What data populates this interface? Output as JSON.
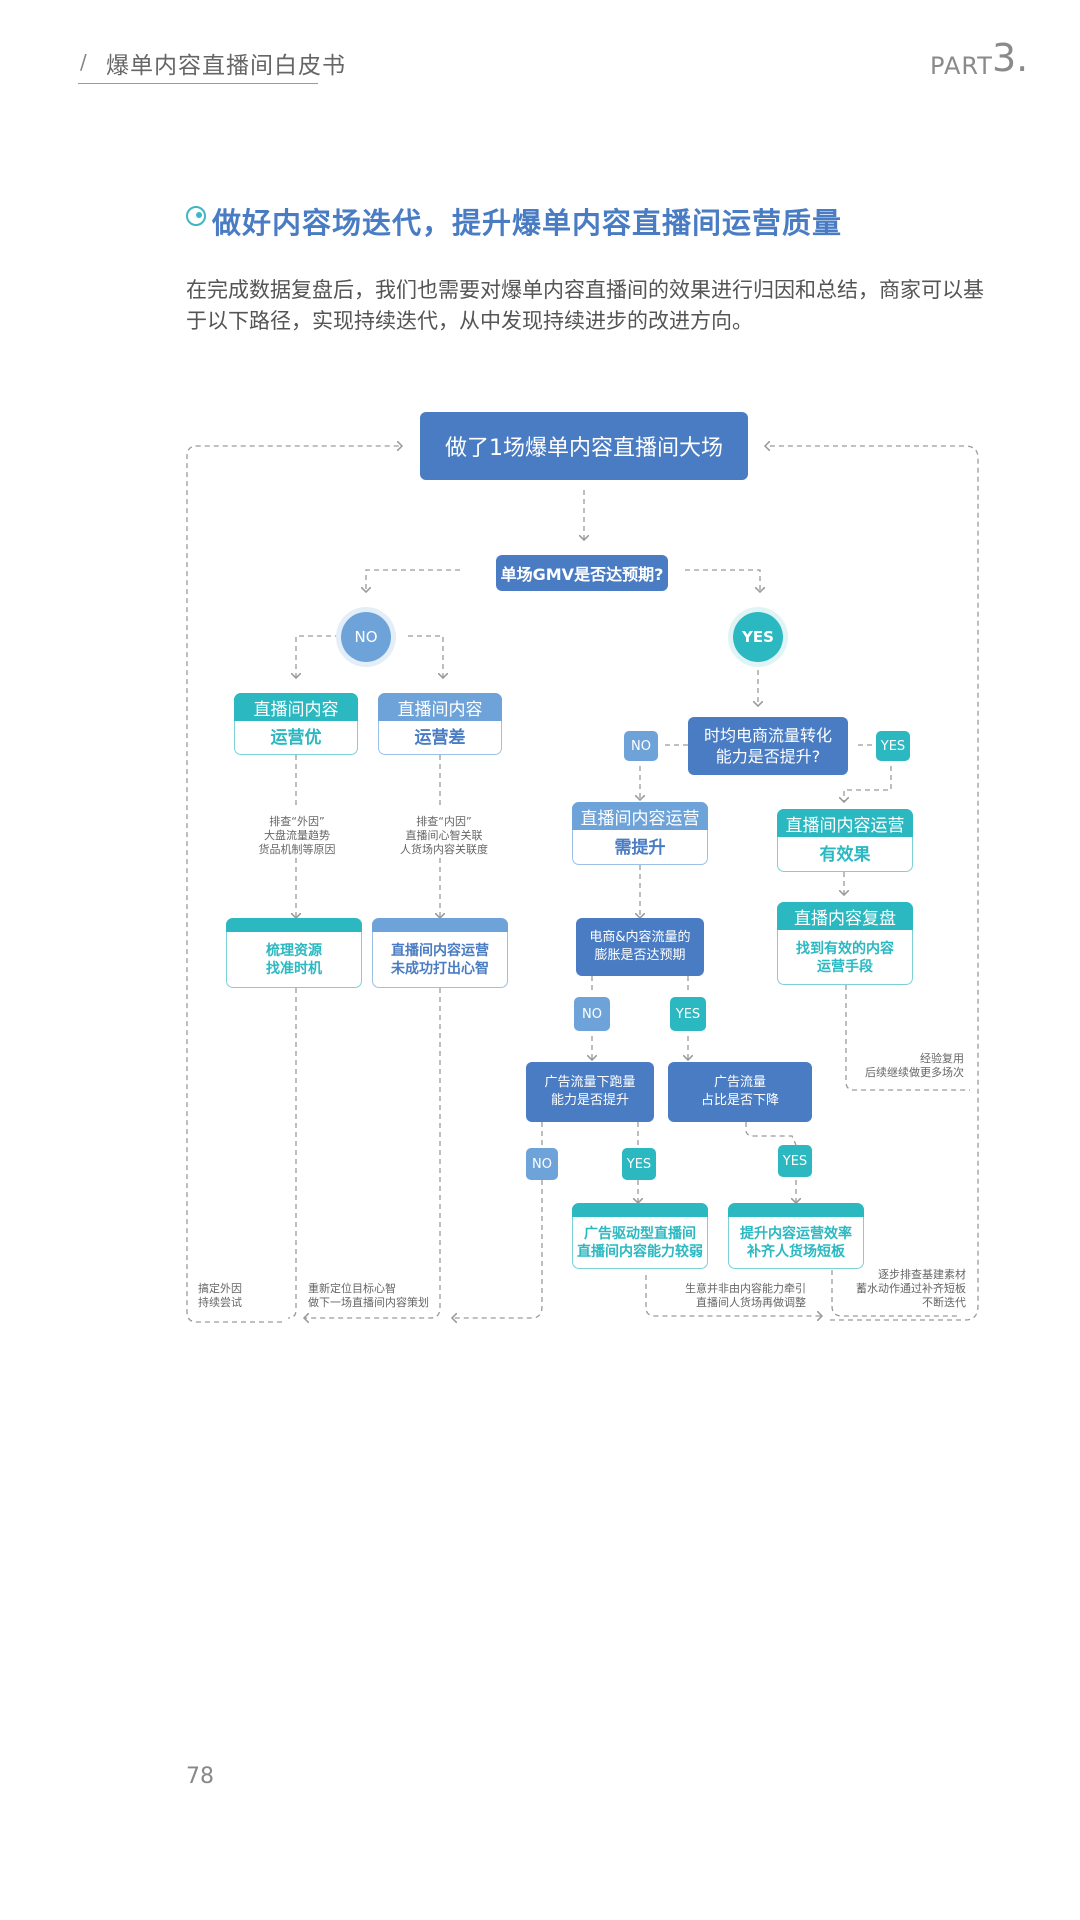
{
  "header": {
    "slash": "/",
    "title": "爆单内容直播间白皮书",
    "part_word": "PART",
    "part_num": "3."
  },
  "section": {
    "title": "做好内容场迭代，提升爆单内容直播间运营质量",
    "paragraph": "在完成数据复盘后，我们也需要对爆单内容直播间的效果进行归因和总结，商家可以基于以下路径，实现持续迭代，从中发现持续进步的改进方向。"
  },
  "flow": {
    "start": "做了1场爆单内容直播间大场",
    "q_gmv": "单场GMV是否达预期?",
    "no": "NO",
    "yes": "YES",
    "good": {
      "head": "直播间内容",
      "body": "运营优"
    },
    "bad": {
      "head": "直播间内容",
      "body": "运营差"
    },
    "q_convert": "时均电商流量转化\n能力是否提升?",
    "need": {
      "head": "直播间内容运营",
      "body": "需提升"
    },
    "effective": {
      "head": "直播间内容运营",
      "body": "有效果"
    },
    "review": {
      "head": "直播内容复盘",
      "body": "找到有效的内容\n运营手段"
    },
    "check_external": "排查“外因”\n大盘流量趋势\n货品机制等原因",
    "check_internal": "排查“内因”\n直播间心智关联\n人货场内容关联度",
    "sort_resources": "梳理资源\n找准时机",
    "mind_fail": "直播间内容运营\n未成功打出心智",
    "q_expand": "电商&内容流量的\n膨胀是否达预期",
    "q_ad_run": "广告流量下跑量\n能力是否提升",
    "q_ad_share": "广告流量\n占比是否下降",
    "ad_driven": "广告驱动型直播间\n直播间内容能力较弱",
    "improve": "提升内容运营效率\n补齐人货场短板",
    "note_exp": "经验复用\n后续继续做更多场次",
    "note_left": "搞定外因\n持续尝试",
    "note_mid": "重新定位目标心智\n做下一场直播间内容策划",
    "note_bottom": "生意并非由内容能力牵引\n直播间人货场再做调整",
    "note_right": "逐步排查基建素材\n蓄水动作通过补齐短板\n不断迭代"
  },
  "colors": {
    "dark_blue": "#4a7cc3",
    "light_blue": "#6ea3d9",
    "teal": "#2bb8c1",
    "line": "#9a9a9a"
  },
  "page_number": "78"
}
